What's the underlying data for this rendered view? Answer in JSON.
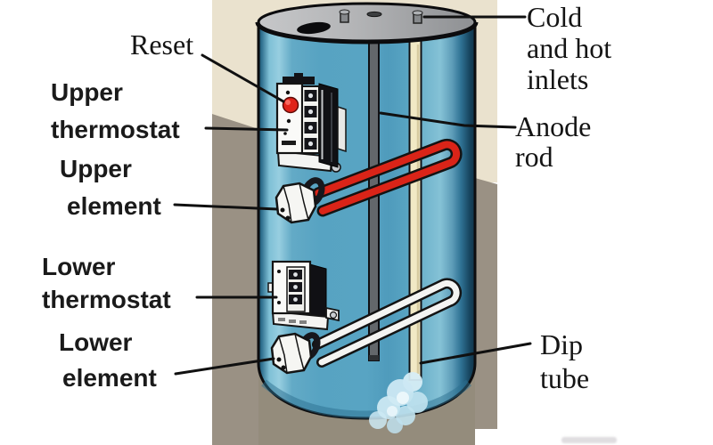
{
  "figure": {
    "type": "labeled-diagram",
    "subject": "Electric water heater cutaway diagram",
    "labels": {
      "reset": "Reset",
      "upper_thermostat": {
        "line1": "Upper",
        "line2": "thermostat"
      },
      "upper_element": {
        "line1": "Upper",
        "line2": "element"
      },
      "lower_thermostat": {
        "line1": "Lower",
        "line2": "thermostat"
      },
      "lower_element": {
        "line1": "Lower",
        "line2": "element"
      },
      "cold_hot_inlets": {
        "line1": "Cold",
        "line2": "and hot",
        "line3": "inlets"
      },
      "anode_rod": {
        "line1": "Anode",
        "line2": "rod"
      },
      "dip_tube": {
        "line1": "Dip",
        "line2": "tube"
      }
    },
    "colors": {
      "background": "#ffffff",
      "wall_tan": "#eae2ce",
      "floor_taupe": "#9a9184",
      "tank_blue": "#57a3c2",
      "tank_highlight": "#97cee0",
      "tank_shadow": "#17455f",
      "lid_gray": "#b3b4b6",
      "element_red": "#da2418",
      "reset_button_red": "#e0241a",
      "dip_tube_cream": "#f1e9c5",
      "anode_gray": "#63676b",
      "spray_blue": "#cce8f3",
      "label_text": "#1a1a1a"
    }
  }
}
